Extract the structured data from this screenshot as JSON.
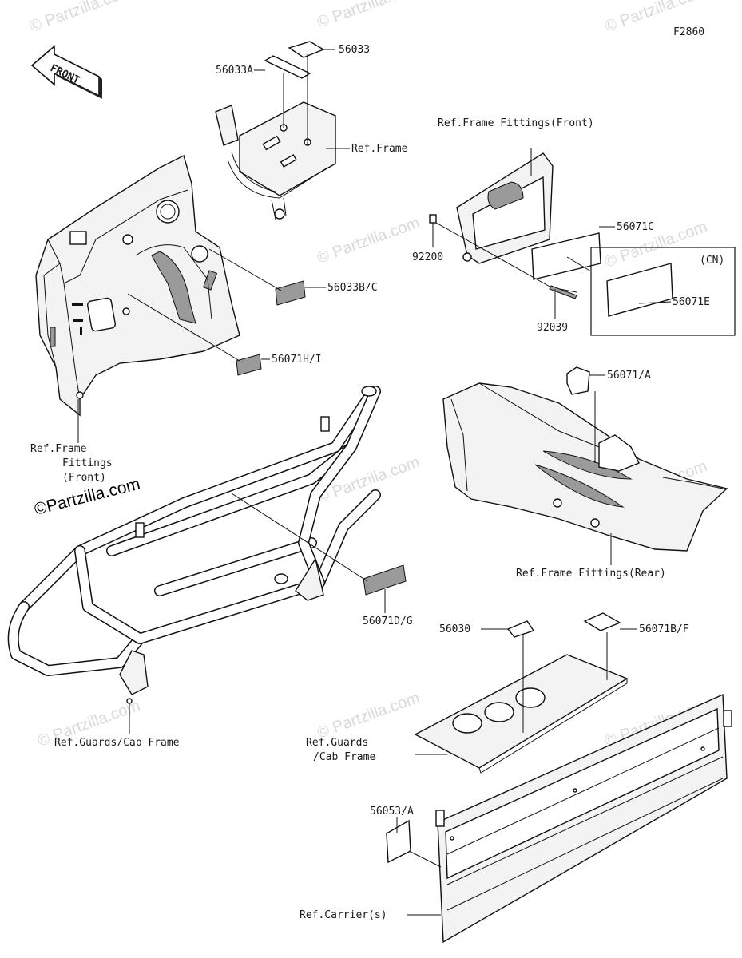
{
  "figure_code": "F2860",
  "front_arrow_label": "FRONT",
  "logo_text": "©Partzilla.com",
  "watermark_text": "© Partzilla.com",
  "labels": {
    "p56033": "56033",
    "p56033A": "56033A",
    "ref_frame": "Ref.Frame",
    "ref_frame_fittings_front_top": "Ref.Frame Fittings(Front)",
    "p56071C": "56071C",
    "p92200": "92200",
    "cn": "(CN)",
    "p56071E": "56071E",
    "p92039": "92039",
    "p56033BC": "56033B/C",
    "p56071HI": "56071H/I",
    "ref_frame_fittings_left_1": "Ref.Frame",
    "ref_frame_fittings_left_2": "Fittings",
    "ref_frame_fittings_left_3": "(Front)",
    "p56071A": "56071/A",
    "ref_frame_fittings_rear": "Ref.Frame Fittings(Rear)",
    "p56071DG": "56071D/G",
    "p56030": "56030",
    "p56071BF": "56071B/F",
    "ref_guards_cab_frame_left": "Ref.Guards/Cab Frame",
    "ref_guards_1": "Ref.Guards",
    "ref_guards_2": "/Cab Frame",
    "p56053A": "56053/A",
    "ref_carriers": "Ref.Carrier(s)"
  }
}
